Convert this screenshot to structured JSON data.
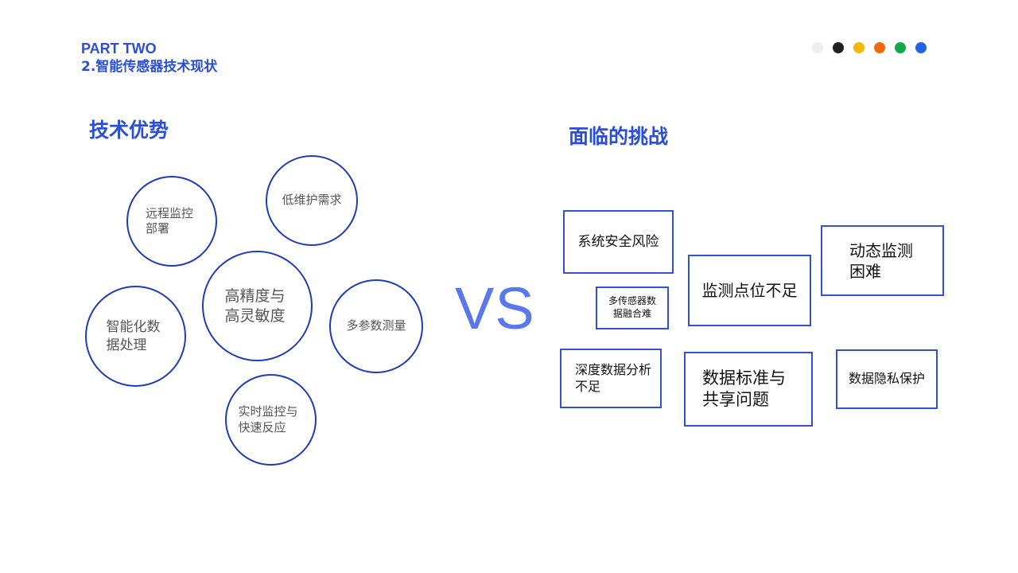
{
  "header": {
    "part": "PART TWO",
    "subtitle": "2.智能传感器技术现状"
  },
  "palette_dots": [
    "#eeeeee",
    "#222222",
    "#f5b800",
    "#f26a10",
    "#14a84a",
    "#2563e6"
  ],
  "left": {
    "title": "技术优势",
    "items": [
      {
        "label": "远程监控部署"
      },
      {
        "label": "低维护需求"
      },
      {
        "label": "高精度与高灵敏度"
      },
      {
        "label": "智能化数据处理"
      },
      {
        "label": "多参数测量"
      },
      {
        "label": "实时监控与快速反应"
      }
    ]
  },
  "vs": "VS",
  "right": {
    "title": "面临的挑战",
    "items": [
      {
        "label": "系统安全风险"
      },
      {
        "label": "多传感器数据融合难"
      },
      {
        "label": "监测点位不足"
      },
      {
        "label": "动态监测困难"
      },
      {
        "label": "深度数据分析不足"
      },
      {
        "label": "数据标准与共享问题"
      },
      {
        "label": "数据隐私保护"
      }
    ]
  }
}
